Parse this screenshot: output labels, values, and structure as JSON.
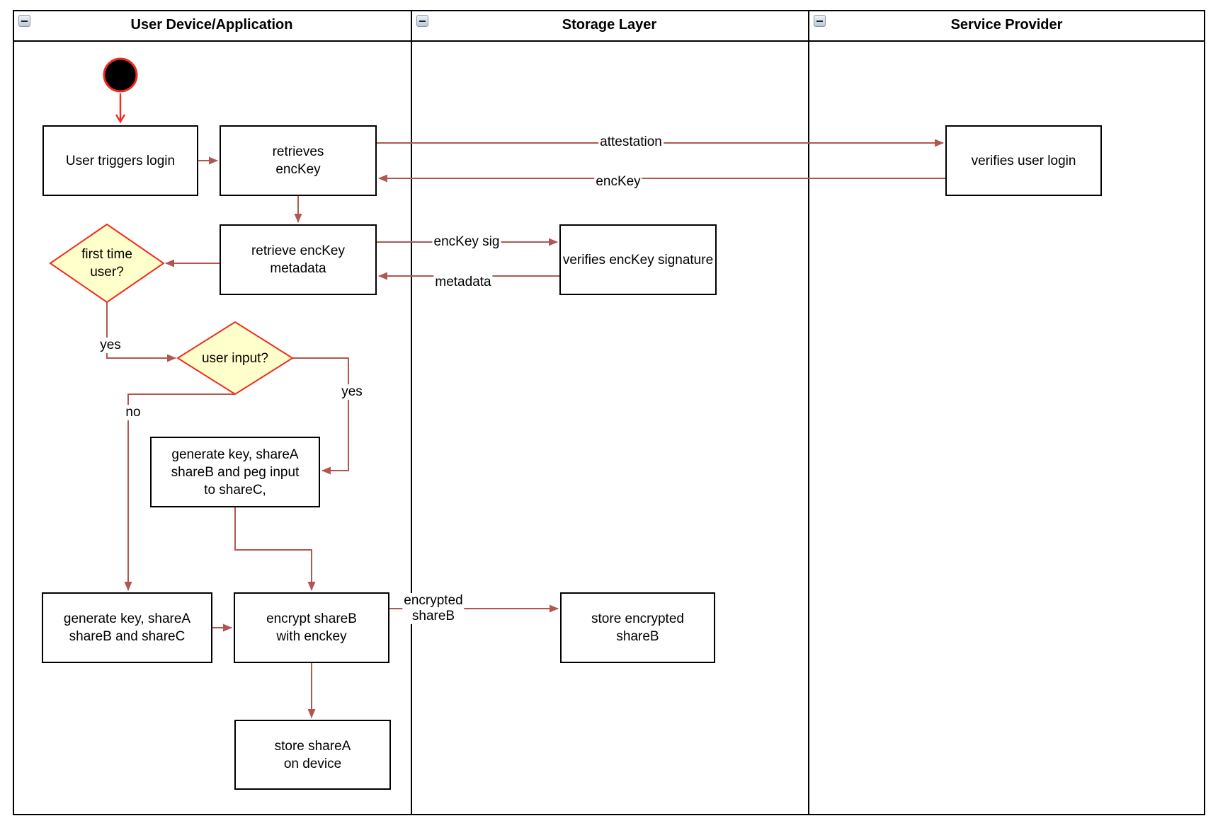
{
  "diagram": {
    "kind": "swimlane-flowchart"
  },
  "colors": {
    "arrow": "#b15752",
    "accent_red": "#f42a1d",
    "diamond_fill": "#ffffcc",
    "node_border": "#000000",
    "background": "#ffffff"
  },
  "lanes": [
    {
      "title": "User Device/Application"
    },
    {
      "title": "Storage Layer"
    },
    {
      "title": "Service Provider"
    }
  ],
  "nodes": {
    "start": {
      "type": "initial-state"
    },
    "user_triggers_login": {
      "lines": [
        "User triggers login"
      ]
    },
    "retrieves_enckey": {
      "lines": [
        "retrieves",
        "encKey"
      ]
    },
    "verifies_user_login": {
      "lines": [
        "verifies user login"
      ]
    },
    "retrieve_enckey_metadata": {
      "lines": [
        "retrieve encKey",
        "metadata"
      ]
    },
    "verifies_enckey_signature": {
      "lines": [
        "verifies encKey signature"
      ]
    },
    "first_time_user": {
      "lines": [
        "first time",
        "user?"
      ]
    },
    "user_input": {
      "lines": [
        "user input?"
      ]
    },
    "generate_key_peg_input": {
      "lines": [
        "generate key, shareA",
        "shareB and peg input",
        "to shareC,"
      ]
    },
    "generate_key_sharec": {
      "lines": [
        "generate key, shareA",
        "shareB and shareC"
      ]
    },
    "encrypt_shareb": {
      "lines": [
        "encrypt shareB",
        "with enckey"
      ]
    },
    "store_encrypted_shareb": {
      "lines": [
        "store encrypted",
        "shareB"
      ]
    },
    "store_sharea": {
      "lines": [
        "store shareA",
        "on device"
      ]
    }
  },
  "edge_labels": {
    "attestation": "attestation",
    "enckey": "encKey",
    "enckey_sig": "encKey sig",
    "metadata": "metadata",
    "encrypted_shareb": [
      "encrypted",
      "shareB"
    ],
    "yes_first_time": "yes",
    "yes_user_input": "yes",
    "no_user_input": "no"
  }
}
